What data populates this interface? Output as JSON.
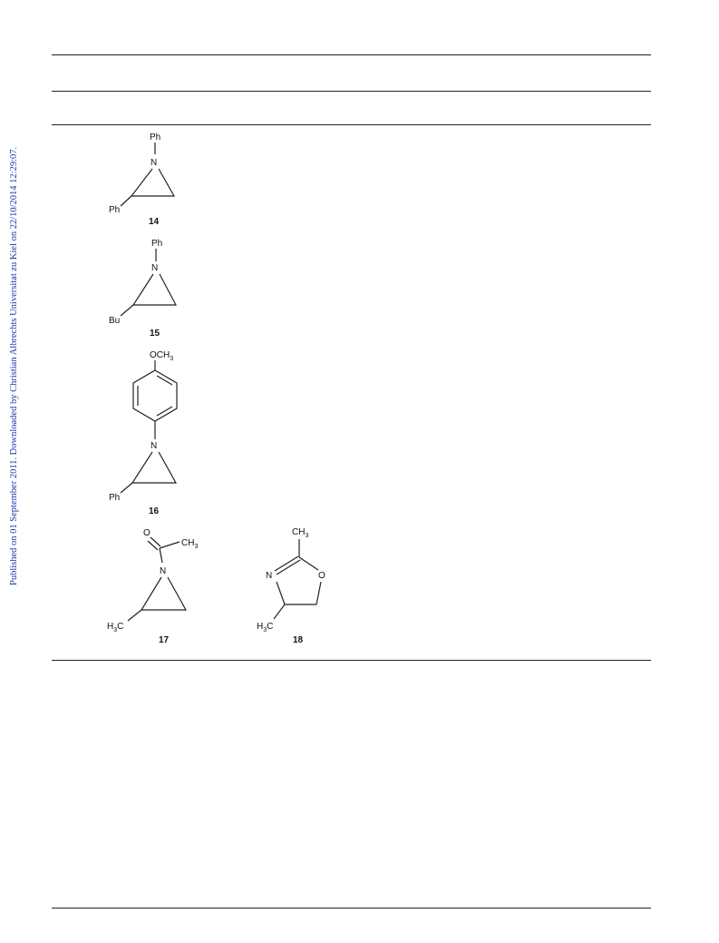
{
  "watermark": "Published on 01 September 2011. Downloaded by Christian Albrechts Universitat zu Kiel on 22/10/2014 12:29:07.",
  "compounds": [
    {
      "id": "14",
      "substituent_n": "Ph",
      "substituent_c": "Ph",
      "n_atom": "N"
    },
    {
      "id": "15",
      "substituent_n": "Ph",
      "substituent_c": "Bu",
      "n_atom": "N"
    },
    {
      "id": "16",
      "substituent_top": "OCH",
      "substituent_top_sub": "3",
      "substituent_c": "Ph",
      "n_atom": "N"
    },
    {
      "id": "17",
      "o_atom": "O",
      "methyl": "CH",
      "methyl_sub": "3",
      "n_atom": "N",
      "c_methyl": "H",
      "c_methyl_sub": "3",
      "c_methyl_tail": "C"
    },
    {
      "id": "18",
      "methyl": "CH",
      "methyl_sub": "3",
      "n_atom": "N",
      "o_atom": "O",
      "c_methyl": "H",
      "c_methyl_sub": "3",
      "c_methyl_tail": "C"
    }
  ]
}
